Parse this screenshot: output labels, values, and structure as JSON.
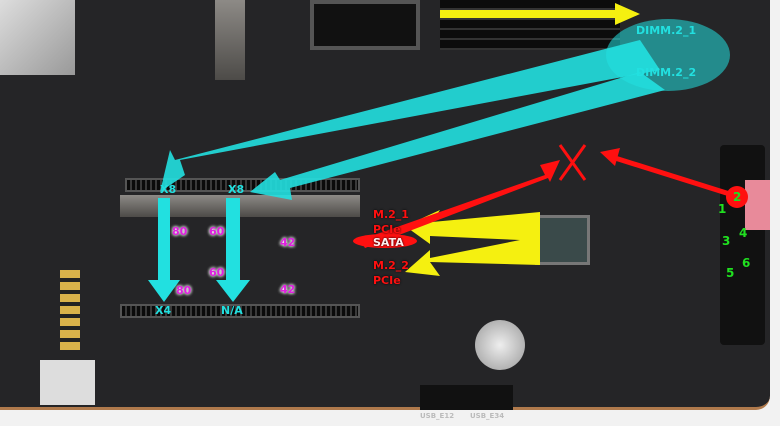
{
  "labels": {
    "dimm_1": "DIMM.2_1",
    "dimm_2": "DIMM.2_2",
    "slot_x8_left": "X8",
    "slot_x8_right": "X8",
    "slot_x4": "X4",
    "slot_na": "N/A",
    "m2_lengths": [
      "80",
      "60",
      "42",
      "60",
      "80",
      "42"
    ],
    "m2_1": "M.2_1",
    "m2_1_pcie": "PCIe",
    "m2_1_sata": "SATA",
    "m2_2": "M.2_2",
    "m2_2_pcie": "PCIe",
    "sata_ports": [
      "1",
      "2",
      "3",
      "4",
      "5",
      "6"
    ]
  },
  "silkscreen": {
    "usb1": "USB_E12",
    "usb2": "USB_E34"
  },
  "colors": {
    "cyan": "#22e0e0",
    "yellow": "#f5f010",
    "red": "#ff1010",
    "magenta": "#e020e0",
    "green": "#20e020"
  }
}
